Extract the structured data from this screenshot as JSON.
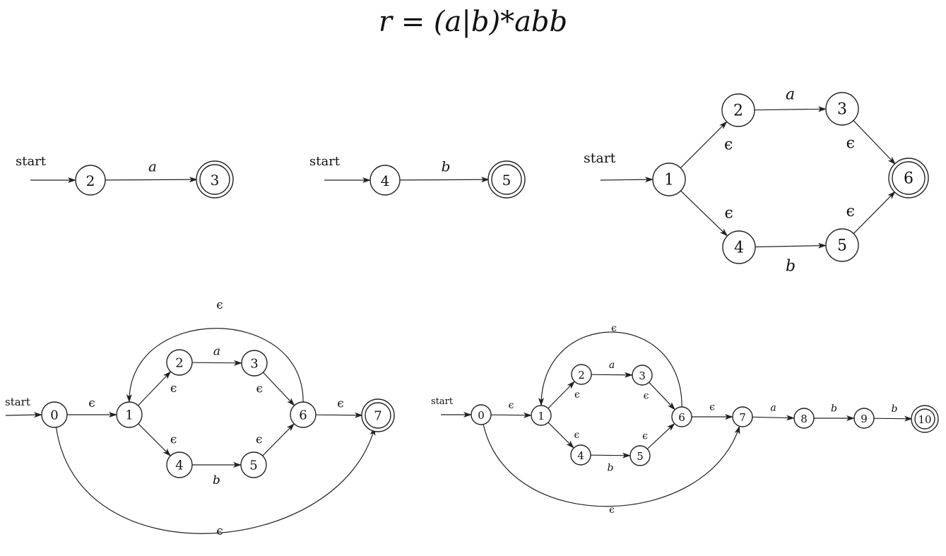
{
  "formula": "r = (a|b)*abb",
  "start_label": "start",
  "symbols": {
    "a": "a",
    "b": "b",
    "eps": "ϵ"
  },
  "diagrams": [
    {
      "name": "nfa-a",
      "states": [
        "2",
        "3"
      ],
      "accepting": [
        "3"
      ],
      "start_state": "2",
      "edges": [
        {
          "from": "2",
          "to": "3",
          "label": "a"
        }
      ]
    },
    {
      "name": "nfa-b",
      "states": [
        "4",
        "5"
      ],
      "accepting": [
        "5"
      ],
      "start_state": "4",
      "edges": [
        {
          "from": "4",
          "to": "5",
          "label": "b"
        }
      ]
    },
    {
      "name": "nfa-a-or-b",
      "states": [
        "1",
        "2",
        "3",
        "4",
        "5",
        "6"
      ],
      "accepting": [
        "6"
      ],
      "start_state": "1",
      "edges": [
        {
          "from": "1",
          "to": "2",
          "label": "ϵ"
        },
        {
          "from": "1",
          "to": "4",
          "label": "ϵ"
        },
        {
          "from": "2",
          "to": "3",
          "label": "a"
        },
        {
          "from": "4",
          "to": "5",
          "label": "b"
        },
        {
          "from": "3",
          "to": "6",
          "label": "ϵ"
        },
        {
          "from": "5",
          "to": "6",
          "label": "ϵ"
        }
      ]
    },
    {
      "name": "nfa-star",
      "states": [
        "0",
        "1",
        "2",
        "3",
        "4",
        "5",
        "6",
        "7"
      ],
      "accepting": [
        "7"
      ],
      "start_state": "0",
      "edges": [
        {
          "from": "0",
          "to": "1",
          "label": "ϵ"
        },
        {
          "from": "1",
          "to": "2",
          "label": "ϵ"
        },
        {
          "from": "1",
          "to": "4",
          "label": "ϵ"
        },
        {
          "from": "2",
          "to": "3",
          "label": "a"
        },
        {
          "from": "4",
          "to": "5",
          "label": "b"
        },
        {
          "from": "3",
          "to": "6",
          "label": "ϵ"
        },
        {
          "from": "5",
          "to": "6",
          "label": "ϵ"
        },
        {
          "from": "6",
          "to": "7",
          "label": "ϵ"
        },
        {
          "from": "6",
          "to": "1",
          "label": "ϵ"
        },
        {
          "from": "0",
          "to": "7",
          "label": "ϵ"
        }
      ]
    },
    {
      "name": "nfa-full",
      "states": [
        "0",
        "1",
        "2",
        "3",
        "4",
        "5",
        "6",
        "7",
        "8",
        "9",
        "10"
      ],
      "accepting": [
        "10"
      ],
      "start_state": "0",
      "edges": [
        {
          "from": "0",
          "to": "1",
          "label": "ϵ"
        },
        {
          "from": "1",
          "to": "2",
          "label": "ϵ"
        },
        {
          "from": "1",
          "to": "4",
          "label": "ϵ"
        },
        {
          "from": "2",
          "to": "3",
          "label": "a"
        },
        {
          "from": "4",
          "to": "5",
          "label": "b"
        },
        {
          "from": "3",
          "to": "6",
          "label": "ϵ"
        },
        {
          "from": "5",
          "to": "6",
          "label": "ϵ"
        },
        {
          "from": "6",
          "to": "7",
          "label": "ϵ"
        },
        {
          "from": "6",
          "to": "1",
          "label": "ϵ"
        },
        {
          "from": "0",
          "to": "7",
          "label": "ϵ"
        },
        {
          "from": "7",
          "to": "8",
          "label": "a"
        },
        {
          "from": "8",
          "to": "9",
          "label": "b"
        },
        {
          "from": "9",
          "to": "10",
          "label": "b"
        }
      ]
    }
  ]
}
